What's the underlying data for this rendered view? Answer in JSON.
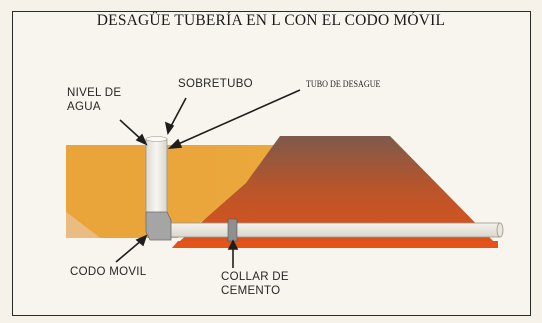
{
  "title": "DESAGÜE TUBERÍA EN L CON EL CODO MÓVIL",
  "labels": {
    "nivel_agua_1": "NIVEL DE",
    "nivel_agua_2": "AGUA",
    "sobretubo": "SOBRETUBO",
    "tubo_desague": "TUBO DE DESAGUE",
    "codo_movil": "CODO MOVIL",
    "collar_1": "COLLAR DE",
    "collar_2": "CEMENTO"
  },
  "colors": {
    "water": "#e8a83a",
    "embankment_top": "#8a5a45",
    "embankment_base": "#d9531c",
    "pipe": "#f1efe8",
    "elbow": "#a8a8a8"
  }
}
